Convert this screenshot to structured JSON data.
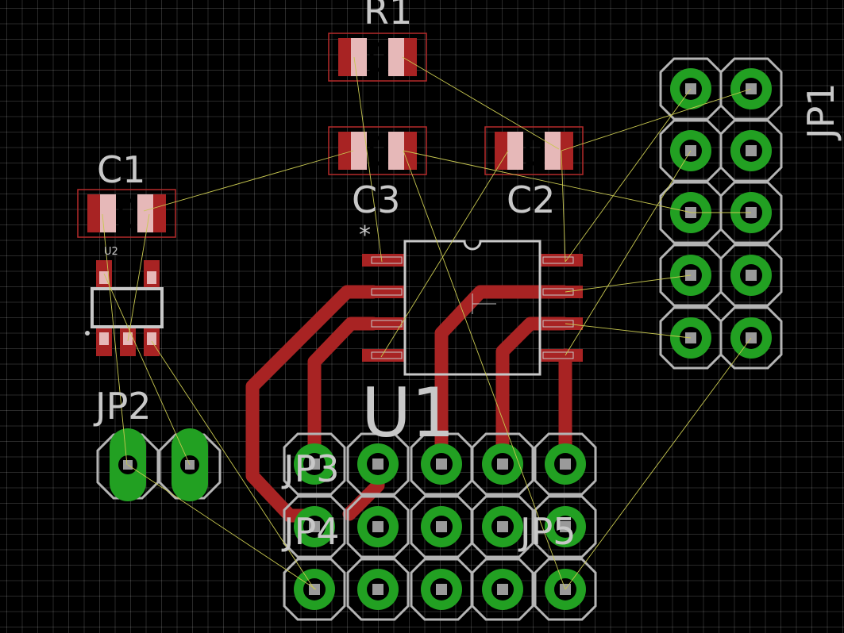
{
  "board": {
    "background": "#000000",
    "grid_color": "#5a5a5a",
    "copper_color": "#b22222",
    "pad_ring_color": "#22a022",
    "silkscreen_color": "#c8c8c8",
    "airwire_color": "#c8c850"
  },
  "labels": {
    "r1": "R1",
    "c1": "C1",
    "c2": "C2",
    "c3": "C3",
    "u1": "U1",
    "u2": "U2",
    "jp1": "JP1",
    "jp2": "JP2",
    "jp3": "JP3",
    "jp4": "JP4",
    "jp5": "JP5",
    "pin1_marker": "*"
  }
}
